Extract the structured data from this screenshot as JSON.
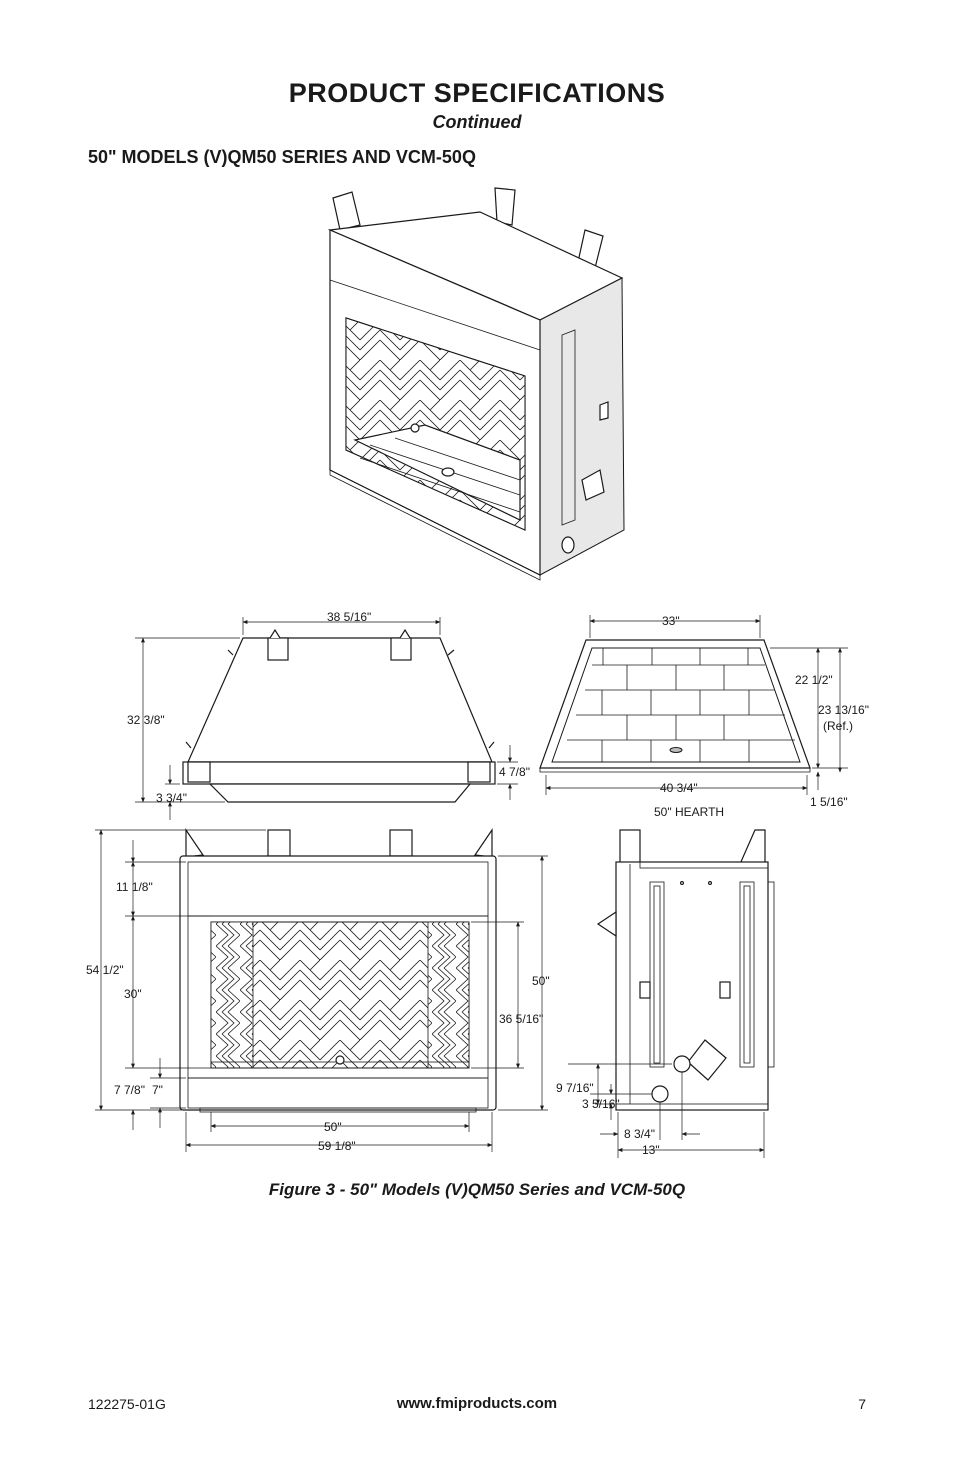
{
  "header": {
    "title": "PRODUCT SPECIFICATIONS",
    "subtitle": "Continued"
  },
  "section_heading": "50\" MODELS (V)QM50 SERIES AND VCM-50Q",
  "figure": {
    "caption": "Figure 3 - 50\" Models (V)QM50 Series and VCM-50Q",
    "top_view": {
      "top_width": "38 5/16\"",
      "depth": "32 3/8\"",
      "side_offset": "4 7/8\"",
      "front_offset": "3 3/4\""
    },
    "hearth_view": {
      "back_width": "33\"",
      "front_width": "40 3/4\"",
      "side_depth": "22 1/2\"",
      "ref_depth": "23 13/16\"",
      "ref_label": "(Ref.)",
      "lip": "1 5/16\"",
      "label": "50\" HEARTH"
    },
    "front_view": {
      "overall_height": "54 1/2\"",
      "top_band": "11 1/8\"",
      "opening_height": "30\"",
      "base_left": "7 7/8\"",
      "base_right": "7\"",
      "box_height": "50\"",
      "firebox_height": "36 5/16\"",
      "opening_width": "50\"",
      "overall_width": "59 1/8\""
    },
    "side_view": {
      "gas_height": "9 7/16\"",
      "vent_height": "3 5/16\"",
      "gas_offset": "8 3/4\"",
      "depth": "13\""
    }
  },
  "footer": {
    "doc_number": "122275-01G",
    "website": "www.fmiproducts.com",
    "page": "7"
  }
}
